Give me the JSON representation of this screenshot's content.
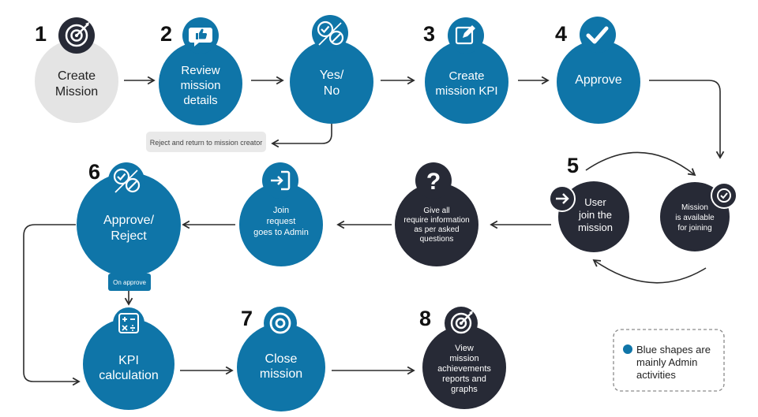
{
  "colors": {
    "blue": "#0F75A8",
    "dark": "#272A36",
    "grey": "#E4E4E4",
    "arrow": "#2B2B2B"
  },
  "steps": {
    "n1": "1",
    "n2": "2",
    "n3": "3",
    "n4": "4",
    "n5": "5",
    "n6": "6",
    "n7": "7",
    "n8": "8"
  },
  "nodes": {
    "create_mission": [
      "Create",
      "Mission"
    ],
    "review": [
      "Review",
      "mission",
      "details"
    ],
    "yes_no": [
      "Yes/",
      "No"
    ],
    "create_kpi": [
      "Create",
      "mission KPI"
    ],
    "approve": [
      "Approve"
    ],
    "user_join": [
      "User",
      "join the",
      "mission"
    ],
    "mission_available": [
      "Mission",
      "is available",
      "for joining"
    ],
    "give_info": [
      "Give all",
      "require information",
      "as per asked",
      "questions"
    ],
    "join_request": [
      "Join",
      "request",
      "goes to Admin"
    ],
    "approve_reject": [
      "Approve/",
      "Reject"
    ],
    "kpi_calc": [
      "KPI",
      "calculation"
    ],
    "close_mission": [
      "Close",
      "mission"
    ],
    "view_reports": [
      "View",
      "mission",
      "achievements",
      "reports and",
      "graphs"
    ]
  },
  "notes": {
    "reject_return": "Reject and return to mission creator",
    "on_approve": "On approve"
  },
  "legend": [
    "Blue shapes are",
    "mainly Admin",
    "activities"
  ],
  "icons": [
    "target-icon",
    "thumbs-up-chat-icon",
    "check-cancel-icon",
    "edit-icon",
    "checkmark-icon",
    "arrow-right-icon",
    "badge-check-icon",
    "question-icon",
    "sign-in-icon",
    "calculator-icon",
    "bullseye-icon"
  ]
}
